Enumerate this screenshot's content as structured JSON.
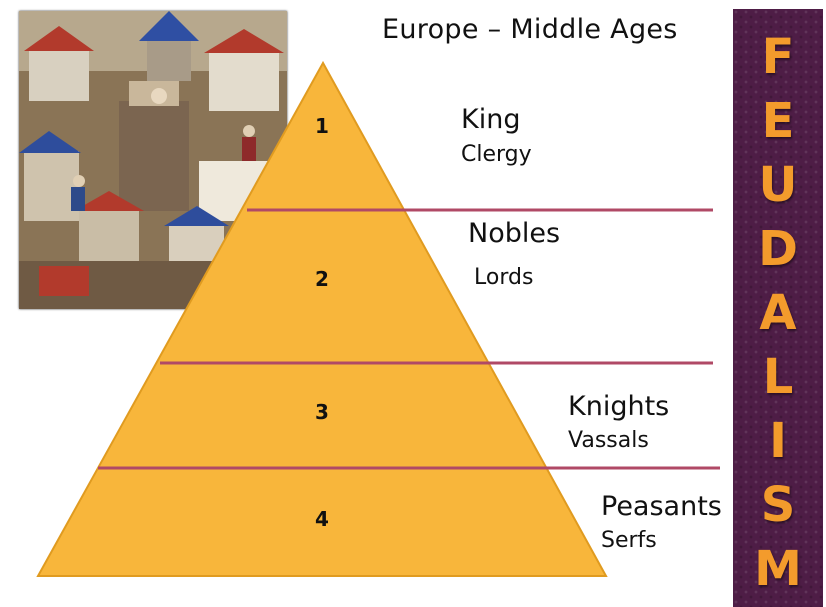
{
  "title": "Europe – Middle Ages",
  "levels": [
    {
      "number": "1",
      "name": "King",
      "sub": "Clergy"
    },
    {
      "number": "2",
      "name": "Nobles",
      "sub": "Lords"
    },
    {
      "number": "3",
      "name": "Knights",
      "sub": "Vassals"
    },
    {
      "number": "4",
      "name": "Peasants",
      "sub": "Serfs"
    }
  ],
  "banner": {
    "letters": [
      "F",
      "E",
      "U",
      "D",
      "A",
      "L",
      "I",
      "S",
      "M"
    ],
    "background_color": "#4e1d46",
    "letter_color": "#f39b2c"
  },
  "colors": {
    "pyramid_fill": "#f8b63b",
    "divider": "#b04966"
  }
}
